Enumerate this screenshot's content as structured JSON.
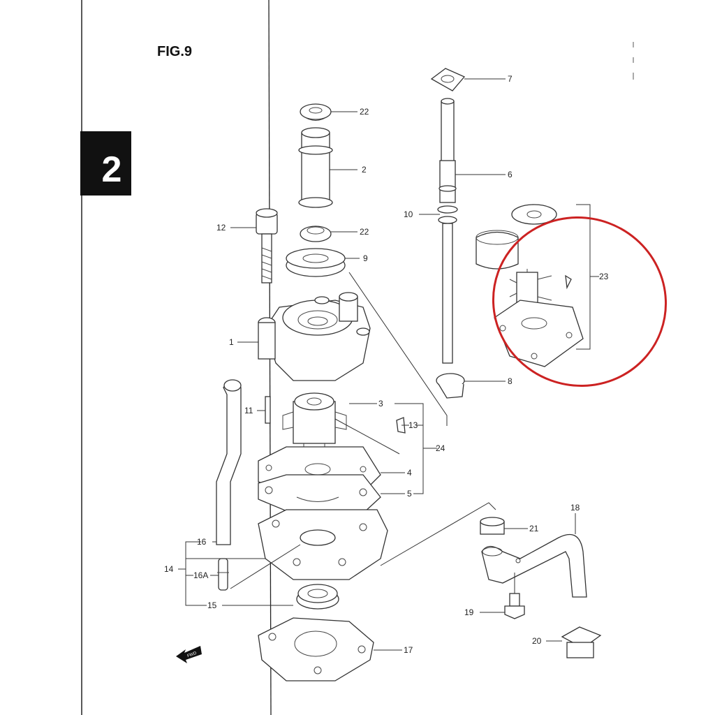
{
  "figure": {
    "title": "FIG.9",
    "section_number": "2"
  },
  "callouts": {
    "p22a": "22",
    "p2": "2",
    "p22b": "22",
    "p9": "9",
    "p12": "12",
    "p1": "1",
    "p7": "7",
    "p6": "6",
    "p10": "10",
    "p23": "23",
    "p8": "8",
    "p3": "3",
    "p13": "13",
    "p24": "24",
    "p11": "11",
    "p4": "4",
    "p5": "5",
    "p21": "21",
    "p18": "18",
    "p16": "16",
    "p14": "14",
    "p16a": "16A",
    "p15": "15",
    "p19": "19",
    "p20": "20",
    "p17": "17"
  },
  "fwd_arrow": "FWD",
  "highlight": {
    "color": "#cc2222",
    "target": "23"
  }
}
